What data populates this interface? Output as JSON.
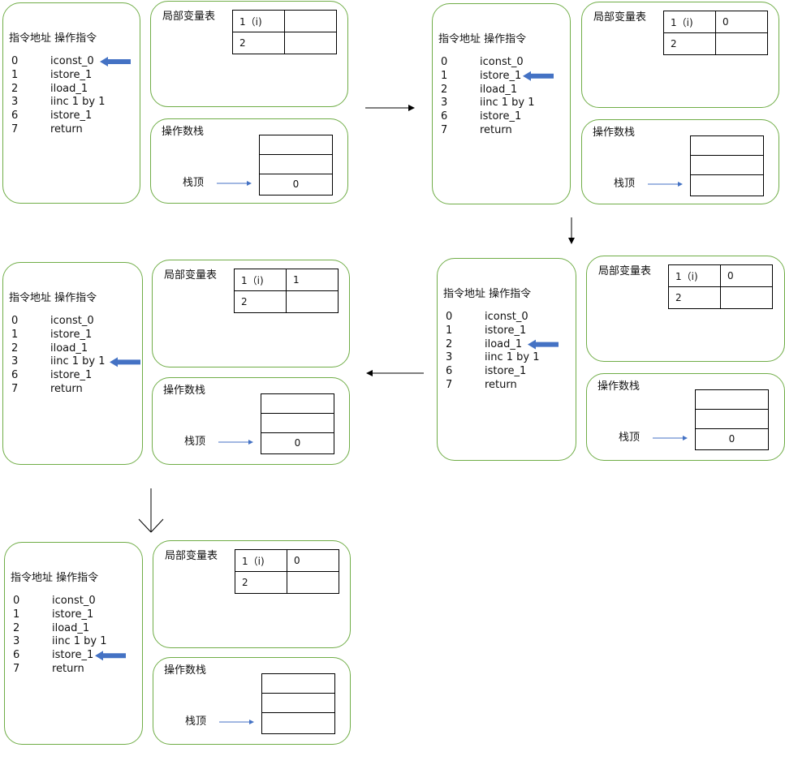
{
  "labels": {
    "instr_header": "指令地址 操作指令",
    "locals_title": "局部变量表",
    "stack_title": "操作数栈",
    "stack_top": "栈顶"
  },
  "instructions": [
    {
      "addr": "0",
      "op": "iconst_0"
    },
    {
      "addr": "1",
      "op": "istore_1"
    },
    {
      "addr": "2",
      "op": "iload_1"
    },
    {
      "addr": "3",
      "op": "iinc 1 by 1"
    },
    {
      "addr": "6",
      "op": "istore_1"
    },
    {
      "addr": "7",
      "op": "return"
    }
  ],
  "local_slots": [
    "1（i)",
    "2"
  ],
  "frames": [
    {
      "step": "iconst_0",
      "pointer_index": 0,
      "locals": [
        "",
        ""
      ],
      "stack_top": "0"
    },
    {
      "step": "istore_1",
      "pointer_index": 1,
      "locals": [
        "0",
        ""
      ],
      "stack_top": ""
    },
    {
      "step": "iload_1",
      "pointer_index": 2,
      "locals": [
        "0",
        ""
      ],
      "stack_top": "0"
    },
    {
      "step": "iinc 1 by 1",
      "pointer_index": 3,
      "locals": [
        "1",
        ""
      ],
      "stack_top": "0"
    },
    {
      "step": "istore_1",
      "pointer_index": 4,
      "locals": [
        "0",
        ""
      ],
      "stack_top": ""
    }
  ],
  "colors": {
    "box_border": "#70ad47",
    "pointer_arrow": "#4472c4",
    "top_arrow": "#4472c4",
    "flow_arrow": "#000000"
  }
}
